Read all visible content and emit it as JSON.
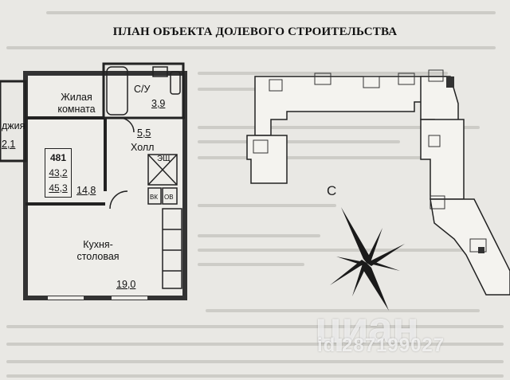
{
  "document": {
    "title": "ПЛАН ОБЪЕКТА ДОЛЕВОГО СТРОИТЕЛЬСТВА"
  },
  "apartment": {
    "number": "481",
    "area_living_total": "43,2",
    "area_total": "45,3"
  },
  "rooms": {
    "living_room_label": "Жилая\nкомната",
    "living_room_area": "14,8",
    "bathroom_label": "С/У",
    "bathroom_area": "3,9",
    "hall_area": "5,5",
    "hall_label": "Холл",
    "kitchen_label": "Кухня-\nстоловая",
    "kitchen_area": "19,0",
    "loggia_label": "джия",
    "loggia_area": "2,1",
    "shaft_label": "ЭЩ",
    "vk_label": "ВК",
    "ov_label": "ОВ"
  },
  "site_plan": {
    "north_letter": "С"
  },
  "watermark": {
    "brand": "циан",
    "id_text": "id 287199027"
  }
}
